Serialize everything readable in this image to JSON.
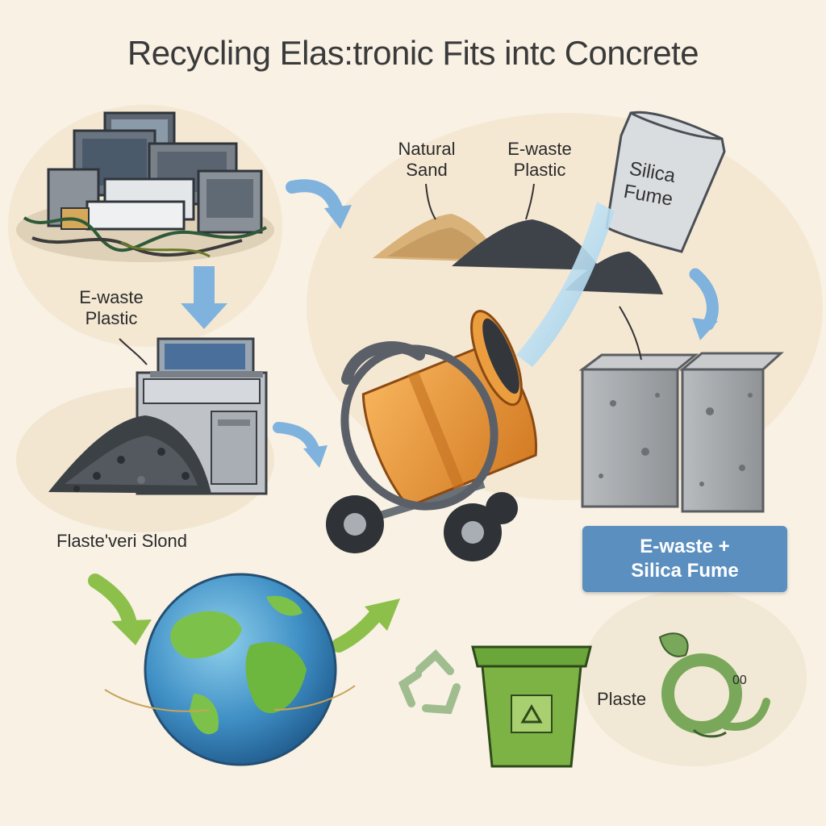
{
  "title": "Recycling Elas:tronic Fits intc Concrete",
  "labels": {
    "ewaste_left_line1": "E-waste",
    "ewaste_left_line2": "Plastic",
    "natural_sand_line1": "Natural",
    "natural_sand_line2": "Sand",
    "ewaste_top_line1": "E-waste",
    "ewaste_top_line2": "Plastic",
    "bag_line1": "Silica",
    "bag_line2": "Fume",
    "shredded": "Flaste'veri Slond",
    "badge_line1": "E-waste +",
    "badge_line2": "Silica Fume",
    "plaste": "Plaste",
    "numeral": "00"
  },
  "colors": {
    "arrow_blue": "#7fb3dd",
    "arrow_green": "#8cc04a",
    "mixer_orange": "#f0a044",
    "badge_blue": "#5b8fbf",
    "bin_green": "#7db245"
  },
  "icons": [
    "ewaste-pile-icon",
    "shredder-machine-icon",
    "cement-mixer-icon",
    "silica-bag-icon",
    "concrete-block-icon",
    "globe-icon",
    "recycle-icon",
    "recycling-bin-icon"
  ]
}
